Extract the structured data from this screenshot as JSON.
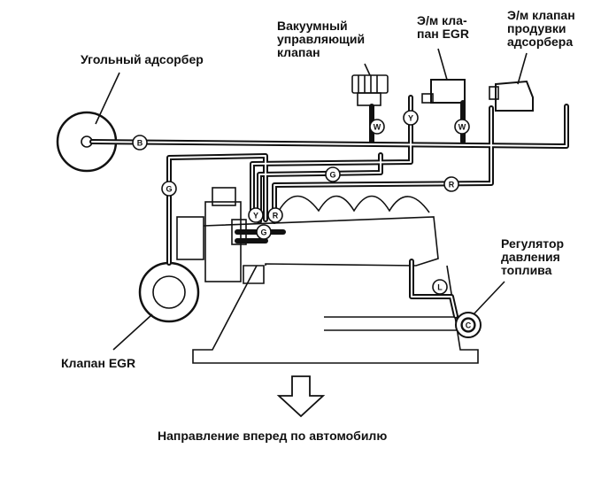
{
  "labels": {
    "charcoal_canister": "Угольный адсорбер",
    "vacuum_valve": "Вакуумный\nуправляющий\nклапан",
    "egr_solenoid": "Э/м кла-\nпан EGR",
    "purge_solenoid": "Э/м клапан\nпродувки\nадсорбера",
    "fuel_pressure_regulator": "Регулятор\nдавления\nтоплива",
    "egr_valve": "Клапан EGR",
    "direction": "Направление вперед по автомобилю"
  },
  "hose_codes": {
    "canister_line": "B",
    "egr_valve_line": "G",
    "vacuum_valve_port": "W",
    "egr_solenoid_port": "Y",
    "purge_solenoid_port": "W",
    "manifold_g": "G",
    "purge_line": "R",
    "throttle_y": "Y",
    "throttle_r": "R",
    "throttle_g": "G",
    "regulator_line": "L",
    "regulator_port": "C"
  }
}
